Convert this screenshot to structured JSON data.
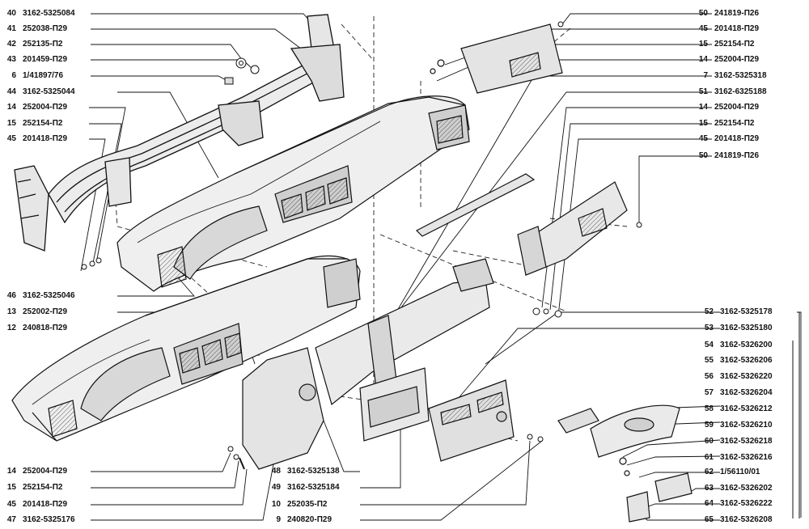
{
  "left_labels": [
    {
      "num": "40",
      "code": "3162-5325084"
    },
    {
      "num": "41",
      "code": "252038-П29"
    },
    {
      "num": "42",
      "code": "252135-П2"
    },
    {
      "num": "43",
      "code": "201459-П29"
    },
    {
      "num": "6",
      "code": "1/41897/76"
    },
    {
      "num": "44",
      "code": "3162-5325044"
    },
    {
      "num": "14",
      "code": "252004-П29"
    },
    {
      "num": "15",
      "code": "252154-П2"
    },
    {
      "num": "45",
      "code": "201418-П29"
    },
    {
      "num": "46",
      "code": "3162-5325046"
    },
    {
      "num": "13",
      "code": "252002-П29"
    },
    {
      "num": "12",
      "code": "240818-П29"
    },
    {
      "num": "14",
      "code": "252004-П29"
    },
    {
      "num": "15",
      "code": "252154-П2"
    },
    {
      "num": "45",
      "code": "201418-П29"
    },
    {
      "num": "47",
      "code": "3162-5325176"
    }
  ],
  "center_labels": [
    {
      "num": "48",
      "code": "3162-5325138"
    },
    {
      "num": "49",
      "code": "3162-5325184"
    },
    {
      "num": "10",
      "code": "252035-П2"
    },
    {
      "num": "9",
      "code": "240820-П29"
    }
  ],
  "right_top_labels": [
    {
      "num": "50",
      "code": "241819-П26"
    },
    {
      "num": "45",
      "code": "201418-П29"
    },
    {
      "num": "15",
      "code": "252154-П2"
    },
    {
      "num": "14",
      "code": "252004-П29"
    },
    {
      "num": "7",
      "code": "3162-5325318"
    },
    {
      "num": "51",
      "code": "3162-6325188"
    },
    {
      "num": "14",
      "code": "252004-П29"
    },
    {
      "num": "15",
      "code": "252154-П2"
    },
    {
      "num": "45",
      "code": "201418-П29"
    },
    {
      "num": "50",
      "code": "241819-П26"
    }
  ],
  "right_bottom_labels": [
    {
      "num": "52",
      "code": "3162-5325178"
    },
    {
      "num": "53",
      "code": "3162-5325180"
    },
    {
      "num": "54",
      "code": "3162-5326200"
    },
    {
      "num": "55",
      "code": "3162-5326206"
    },
    {
      "num": "56",
      "code": "3162-5326220"
    },
    {
      "num": "57",
      "code": "3162-5326204"
    },
    {
      "num": "58",
      "code": "3162-5326212"
    },
    {
      "num": "59",
      "code": "3162-5326210"
    },
    {
      "num": "60",
      "code": "3162-5326218"
    },
    {
      "num": "61",
      "code": "3162-5326216"
    },
    {
      "num": "62",
      "code": "1/56110/01"
    },
    {
      "num": "63",
      "code": "3162-5326202"
    },
    {
      "num": "64",
      "code": "3162-5326222"
    },
    {
      "num": "65",
      "code": "3162-5326208"
    }
  ]
}
